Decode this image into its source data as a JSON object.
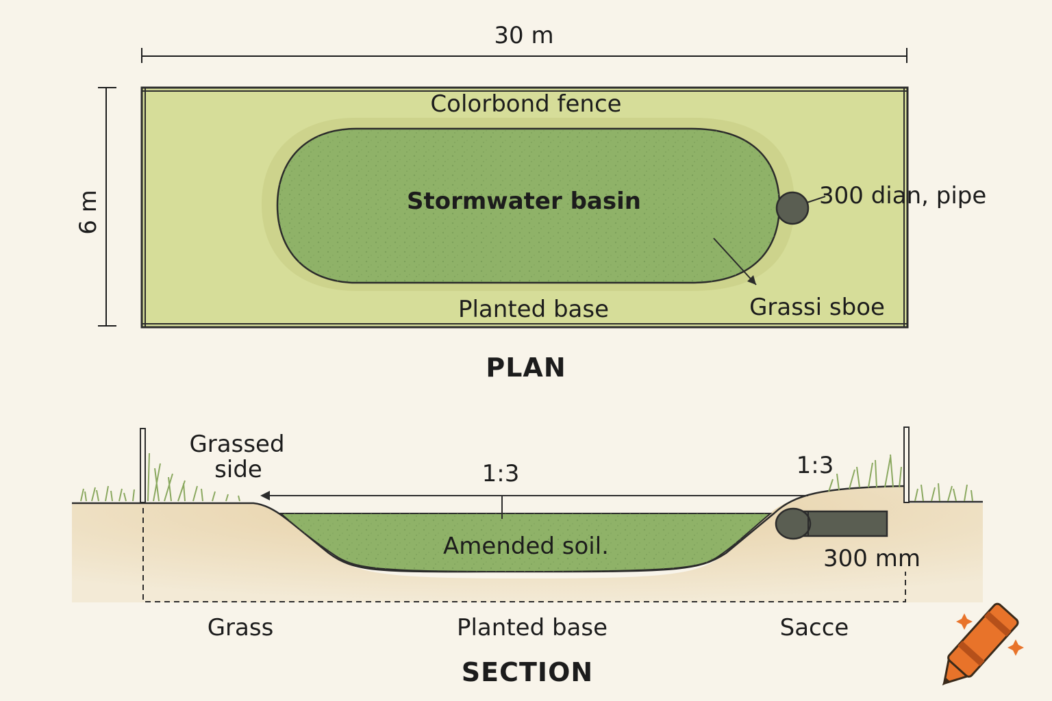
{
  "plan": {
    "width_label": "30 m",
    "height_label": "6 m",
    "fence_label": "Colorbond fence",
    "basin_label": "Stormwater basin",
    "pipe_label": "300 dian, pipe",
    "base_label": "Planted base",
    "slope_label": "Grassi sboe",
    "title": "PLAN"
  },
  "section": {
    "grassed_side_line1": "Grassed",
    "grassed_side_line2": "side",
    "slope_left": "1:3",
    "slope_right": "1:3",
    "soil_label": "Amended soil.",
    "pipe_label": "300 mm",
    "zone_left": "Grass",
    "zone_middle": "Planted base",
    "zone_right": "Sacce",
    "title": "SECTION"
  },
  "colors": {
    "background": "#f8f4ea",
    "lawn": "#d6dd99",
    "basin": "#8fb268",
    "soil": "#e8d3ab",
    "pipe": "#5a5e52"
  },
  "icons": {
    "logo": "crayon-icon"
  }
}
